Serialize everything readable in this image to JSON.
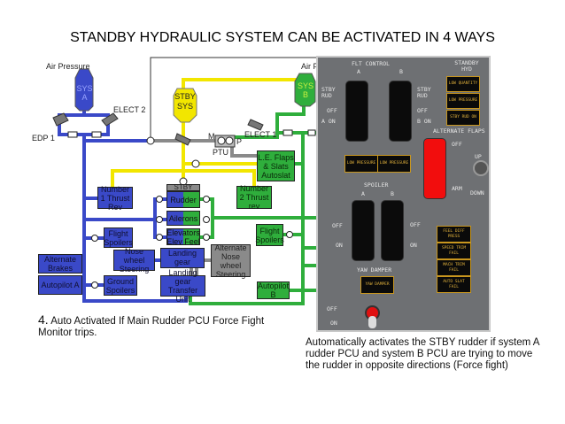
{
  "title": "STANDBY HYDRAULIC SYSTEM CAN BE ACTIVATED IN 4 WAYS",
  "diagram": {
    "air_pressure_a": "Air Pressure",
    "air_pressure_b": "Air P",
    "sys_a": "SYS A",
    "sys_b": "SYS B",
    "stby_sys": "STBY SYS",
    "edp1": "EDP 1",
    "elect2": "ELECT 2",
    "elect1": "ELECT 1",
    "ptu": "PTU",
    "ptu_m": "M",
    "ptu_p": "P",
    "le_flaps": "L.E. Flaps & Slats Autoslat",
    "thrust_rev_1": "Number 1 Thrust Rev",
    "thrust_rev_2": "Number 2 Thrust rev",
    "stby": "STBY",
    "rudder": "Rudder",
    "ailerons": "Ailerons",
    "elevators": "Elevators Elev Feel",
    "flight_spoilers_a": "Flight Spoilers",
    "flight_spoilers_b": "Flight Spoilers",
    "alternate_brakes": "Alternate Brakes",
    "autopilot_a": "Autopilot A",
    "autopilot_b": "Autopilot B",
    "nose_wheel": "Nose wheel Steering",
    "landing_gear": "Landing gear",
    "alt_nose_wheel": "Alternate Nose wheel Steering",
    "ground_spoilers": "Ground Spoilers",
    "transfer_unit": "Landing gear Transfer Unit",
    "colors": {
      "system_a": "#3a49c8",
      "system_b": "#2fae3c",
      "standby": "#f2e600",
      "ptu": "#8a8a8a"
    }
  },
  "panel": {
    "flt_control": "FLT CONTROL",
    "a": "A",
    "b": "B",
    "stby_rud": "STBY RUD",
    "off": "OFF",
    "a_on": "A ON",
    "b_on": "B ON",
    "standby_hyd": "STANDBY HYD",
    "low_quantity": "LOW QUANTITY",
    "low_pressure": "LOW PRESSURE",
    "stby_rud_on": "STBY RUD ON",
    "alternate_flaps": "ALTERNATE FLAPS",
    "arm": "ARM",
    "up": "UP",
    "down": "DOWN",
    "spoiler": "SPOILER",
    "on": "ON",
    "feel_diff_press": "FEEL DIFF PRESS",
    "speed_trim_fail": "SPEED TRIM FAIL",
    "mach_trim_fail": "MACH TRIM FAIL",
    "auto_slat_fail": "AUTO SLAT FAIL",
    "yaw_damper_label": "YAW DAMPER",
    "yaw_damper_light": "YAW DAMPER"
  },
  "notes": {
    "left_number": "4.",
    "left": "Auto Activated If Main Rudder PCU Force Fight Monitor trips.",
    "right": "Automatically activates the STBY rudder if system A rudder PCU and system B PCU are trying to move the rudder in opposite directions (Force fight)"
  }
}
